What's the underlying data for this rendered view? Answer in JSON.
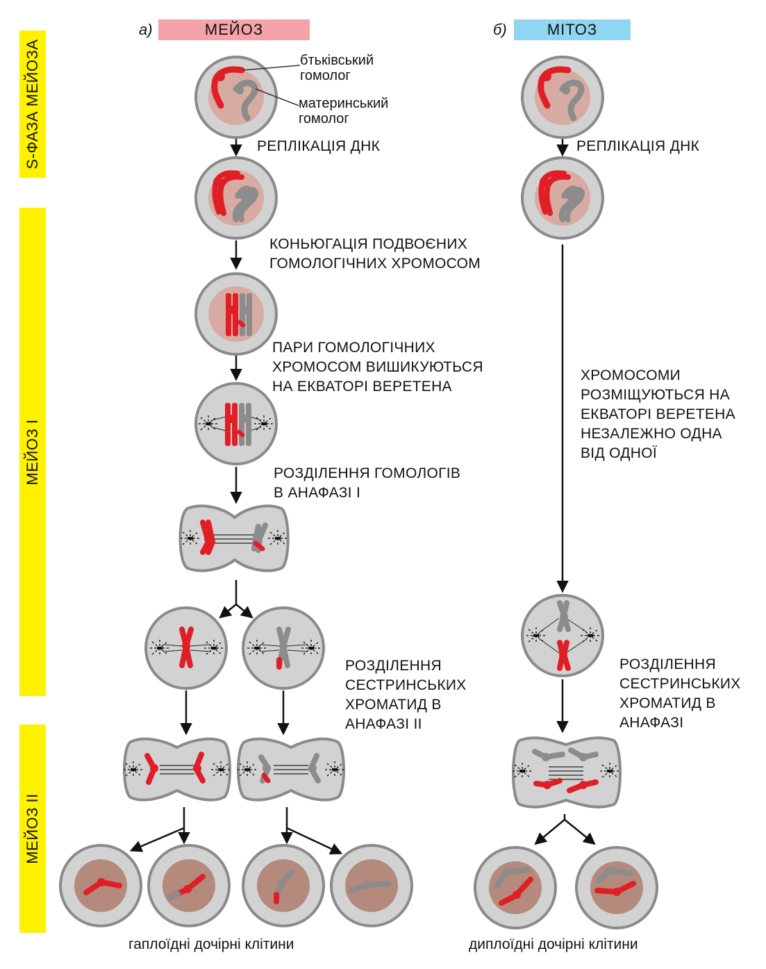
{
  "sidebar": {
    "s_phase": "S-ФАЗА МЕЙОЗА",
    "meiosis1": "МЕЙОЗ I",
    "meiosis2": "МЕЙОЗ II"
  },
  "headers": {
    "left_letter": "а)",
    "left_title": "МЕЙОЗ",
    "right_letter": "б)",
    "right_title": "МІТОЗ"
  },
  "labels": {
    "paternal": "бтьківський\nгомолог",
    "maternal": "материнський\nгомолог"
  },
  "steps": {
    "replication_left": "РЕПЛІКАЦІЯ  ДНК",
    "replication_right": "РЕПЛІКАЦІЯ  ДНК",
    "conjugation": "КОНЬЮГАЦІЯ ПОДВОЄНИХ\nГОМОЛОГІЧНИХ ХРОМОСОМ",
    "pairs_align": "ПАРИ ГОМОЛОГІЧНИХ\nХРОМОСОМ ВИШИКУЮТЬСЯ\nНА ЕКВАТОРІ ВЕРЕТЕНА",
    "separation_anaphase1": "РОЗДІЛЕННЯ ГОМОЛОГІВ\nВ АНАФАЗІ І",
    "sister_anaphase2": "РОЗДІЛЕННЯ\nСЕСТРИНСЬКИХ\nХРОМАТИД В\nАНАФАЗІ ІІ",
    "mitosis_align": "ХРОМОСОМИ\nРОЗМІЩУЮТЬСЯ НА\nЕКВАТОРІ ВЕРЕТЕНА\nНЕЗАЛЕЖНО ОДНА\nВІД ОДНОЇ",
    "sister_anaphase": "РОЗДІЛЕННЯ\nСЕСТРИНСЬКИХ\nХРОМАТИД В\nАНАФАЗІ"
  },
  "captions": {
    "haploid": "гаплоїдні дочірні клітини",
    "diploid": "диплоїдні дочірні клітини"
  },
  "colors": {
    "sidebar_yellow": "#fff200",
    "meiosis_header": "#f4a3a8",
    "mitosis_header": "#8fd6f2",
    "cell_fill": "#d2d2d2",
    "cell_border": "#8a8a8a",
    "nucleus_pink": "#d8aba2",
    "nucleus_brown": "#b38a7c",
    "paternal_red": "#e01e26",
    "maternal_gray": "#8c8c8c"
  }
}
